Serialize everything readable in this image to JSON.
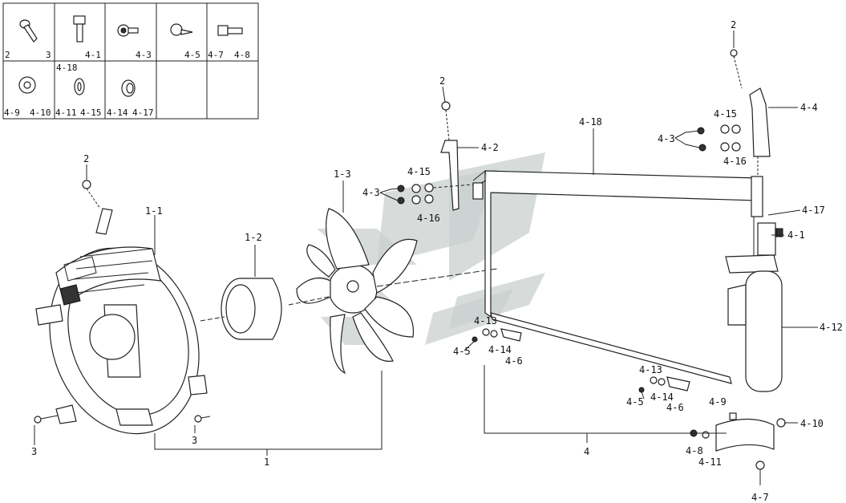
{
  "legend": {
    "row1": [
      "2",
      "3",
      "4-1",
      "4-3",
      "4-5",
      "4-7",
      "4-8"
    ],
    "row2_header": "4-18",
    "row2": [
      "4-9",
      "4-10",
      "4-11",
      "4-15",
      "4-14",
      "4-17"
    ]
  },
  "callouts": {
    "c2a": "2",
    "c11": "1-1",
    "c3a": "3",
    "c3b": "3",
    "c12": "1-2",
    "c13": "1-3",
    "c1": "1",
    "c2b": "2",
    "c42": "4-2",
    "c415a": "4-15",
    "c43a": "4-3",
    "c416a": "4-16",
    "c418": "4-18",
    "c2c": "2",
    "c44": "4-4",
    "c415b": "4-15",
    "c43b": "4-3",
    "c416b": "4-16",
    "c417": "4-17",
    "c41": "4-1",
    "c412": "4-12",
    "c413a": "4-13",
    "c45a": "4-5",
    "c414a": "4-14",
    "c46a": "4-6",
    "c413b": "4-13",
    "c45b": "4-5",
    "c414b": "4-14",
    "c46b": "4-6",
    "c4": "4",
    "c49": "4-9",
    "c410": "4-10",
    "c48": "4-8",
    "c411": "4-11",
    "c47": "4-7"
  },
  "colors": {
    "ink": "#222222",
    "watermark": "#c9d0cf"
  }
}
